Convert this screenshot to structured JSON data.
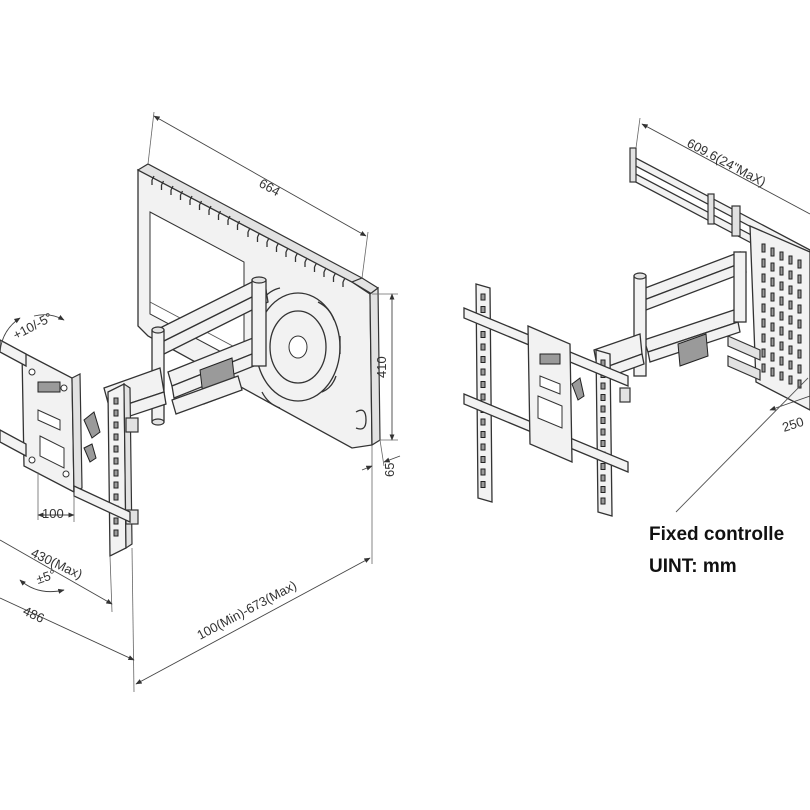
{
  "dimensions": {
    "width_664": "664",
    "height_410": "410",
    "depth_65": "65",
    "vesa_100": "100",
    "extension_430": "430(Max)",
    "width_486": "486",
    "extension_range": "100(Min)-673(Max)",
    "tilt": "+10/-5°",
    "swivel": "±5°",
    "rail_spacing": "609.6(24\"MaX)",
    "offset_250": "250"
  },
  "notes": {
    "fixed_controller": "Fixed controlle",
    "unit": "UINT: mm"
  }
}
